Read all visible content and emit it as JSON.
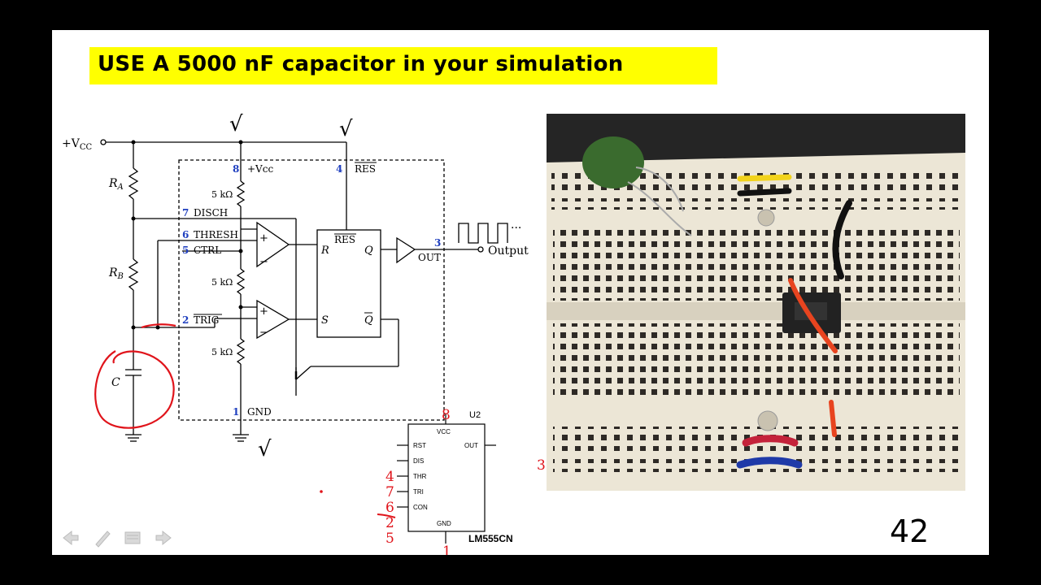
{
  "slide": {
    "title": "USE A 5000 nF capacitor in your simulation",
    "page_number": "42"
  },
  "schematic": {
    "vcc_label": "+V",
    "vcc_sub": "CC",
    "ra_label": "R",
    "ra_sub": "A",
    "rb_label": "R",
    "rb_sub": "B",
    "c_label": "C",
    "resistor_label": "5 kΩ",
    "pins": [
      {
        "num": "8",
        "name": "+Vcc"
      },
      {
        "num": "4",
        "name": "RES"
      },
      {
        "num": "7",
        "name": "DISCH"
      },
      {
        "num": "6",
        "name": "THRESH"
      },
      {
        "num": "5",
        "name": "CTRL"
      },
      {
        "num": "2",
        "name": "TRIG"
      },
      {
        "num": "1",
        "name": "GND"
      },
      {
        "num": "3",
        "name": "OUT"
      }
    ],
    "ff": {
      "res": "RES",
      "r": "R",
      "s": "S",
      "q": "Q",
      "qbar": "Q"
    },
    "output_label": "Output",
    "ellipsis": "···",
    "check": "√"
  },
  "ic_symbol": {
    "ref": "U2",
    "part": "LM555CN",
    "pins_left": [
      "RST",
      "DIS",
      "THR",
      "TRI",
      "CON"
    ],
    "pin_vcc": "VCC",
    "pin_out": "OUT",
    "pin_gnd": "GND",
    "handwritten_left": [
      "4",
      "7",
      "6",
      "2",
      "5"
    ],
    "handwritten_top": "8",
    "handwritten_right": "3",
    "handwritten_bottom": "1"
  },
  "colors": {
    "banner": "#ffff00",
    "pin_number_blue": "#1f3fbf",
    "annotation_red": "#e0141b",
    "breadboard": "#ece6d6"
  },
  "nav_icons": [
    "back-arrow-icon",
    "pen-icon",
    "menu-icon",
    "forward-arrow-icon"
  ]
}
